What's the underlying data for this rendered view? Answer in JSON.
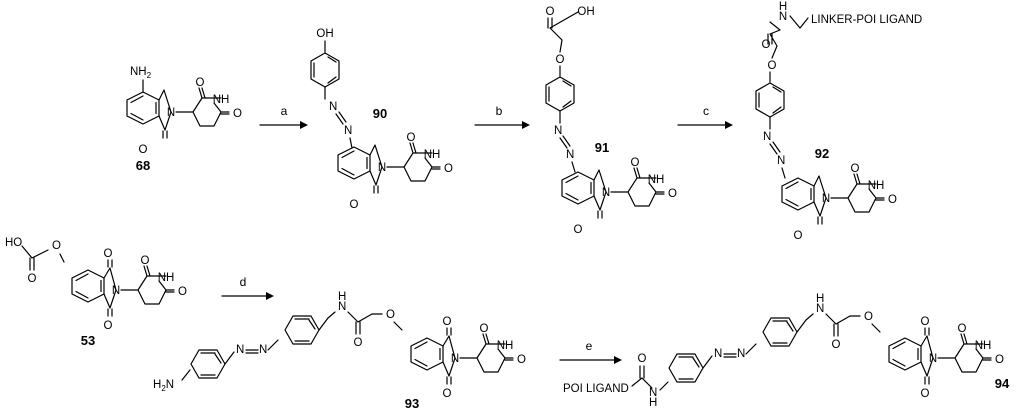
{
  "compounds": {
    "c68": "68",
    "c90": "90",
    "c91": "91",
    "c92": "92",
    "c53": "53",
    "c93": "93",
    "c94": "94"
  },
  "reagents": {
    "a": "a",
    "b": "b",
    "c": "c",
    "d": "d",
    "e": "e"
  },
  "atoms": {
    "O": "O",
    "N": "N",
    "NH": "NH",
    "H": "H",
    "OH": "OH",
    "HO": "HO",
    "NH2": "NH",
    "H2N": "H",
    "sub2": "2"
  },
  "ligands": {
    "linker": "LINKER-POI LIGAND",
    "poi": "POI LIGAND"
  },
  "colors": {
    "ink": "#000000",
    "background": "#ffffff"
  }
}
